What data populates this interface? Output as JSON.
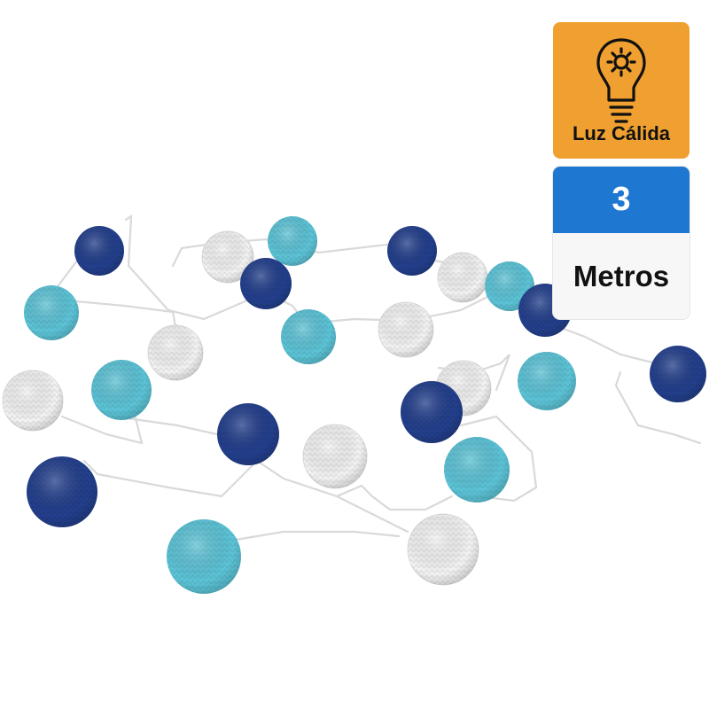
{
  "badges": {
    "light": {
      "label": "Luz Cálida",
      "icon": "lightbulb-icon",
      "color": "#f0a030"
    },
    "length": {
      "value": "3",
      "unit": "Metros",
      "color": "#1e78d2"
    }
  },
  "ball_colors": {
    "navy": "#233f8c",
    "turquoise": "#5cc3d6",
    "white": "#f2f2f2"
  }
}
